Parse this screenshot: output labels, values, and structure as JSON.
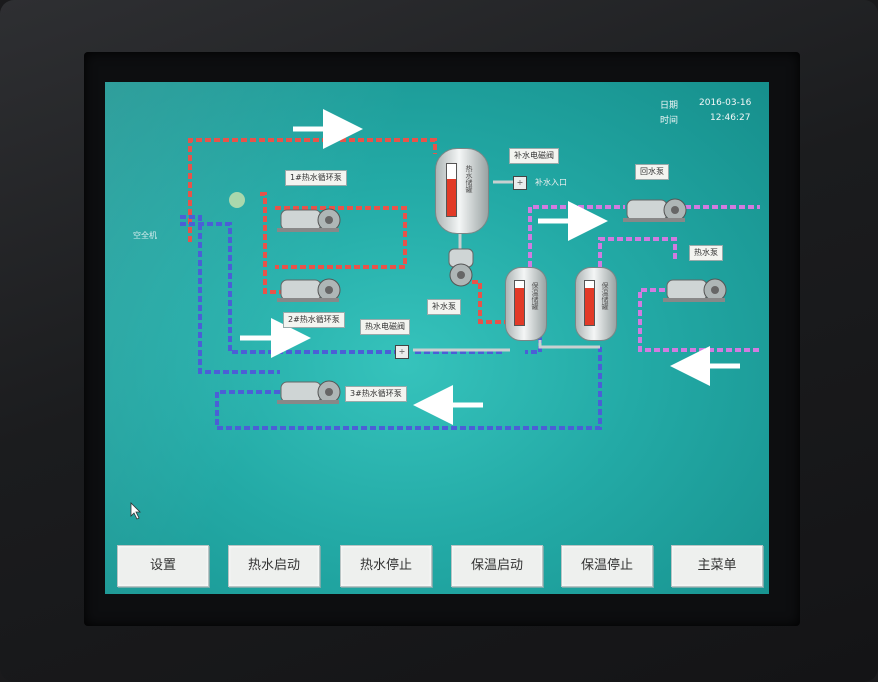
{
  "header": {
    "date_label": "日期",
    "date_value": "2016-03-16",
    "time_label": "时间",
    "time_value": "12:46:27"
  },
  "labels": {
    "left_equipment": "空全机",
    "pump_top": "1#热水循环泵",
    "pump_middle": "2#热水循环泵",
    "pump_bottom": "3#热水循环泵",
    "hot_valve": "热水电磁阀",
    "makeup_valve": "补水电磁阀",
    "makeup_inlet": "补水入口",
    "makeup_pump": "补水泵",
    "return_pump": "回水泵",
    "hot_pump": "热水泵",
    "vessel_top": "热水储罐",
    "vessel_mid1": "保温储罐",
    "vessel_mid2": "保温储罐"
  },
  "levels": {
    "vessel_top": 0.72,
    "vessel_mid1": 0.85,
    "vessel_mid2": 0.85
  },
  "buttons": [
    {
      "label": "设置"
    },
    {
      "label": "热水启动"
    },
    {
      "label": "热水停止"
    },
    {
      "label": "保温启动"
    },
    {
      "label": "保温停止"
    },
    {
      "label": "主菜单"
    }
  ],
  "colors": {
    "screen_bg": "#23aaa6",
    "hot_pipe": "#e8534a",
    "cold_pipe": "#4b5fd6",
    "heat_pipe": "#d27be0",
    "level_fill": "#e23a27"
  }
}
